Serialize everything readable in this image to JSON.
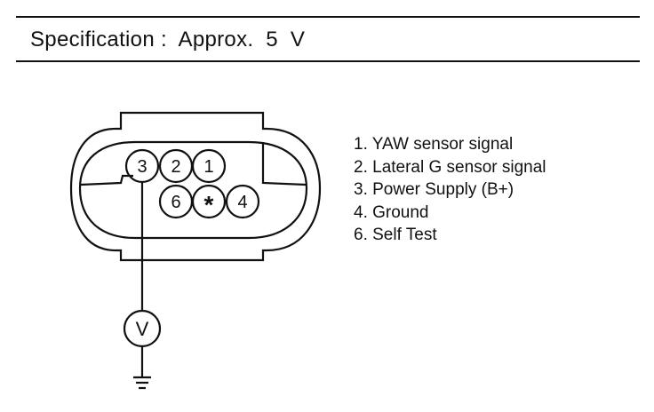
{
  "specification": {
    "text": "Specification :  Approx.  5  V"
  },
  "connector": {
    "pins_top_row": [
      "3",
      "2",
      "1"
    ],
    "pins_bottom_row": [
      "6",
      "*",
      "4"
    ]
  },
  "meter": {
    "symbol": "V"
  },
  "legend": {
    "items": [
      "1. YAW sensor signal",
      "2. Lateral G sensor signal",
      "3. Power Supply (B+)",
      "4. Ground",
      "6. Self Test"
    ]
  }
}
